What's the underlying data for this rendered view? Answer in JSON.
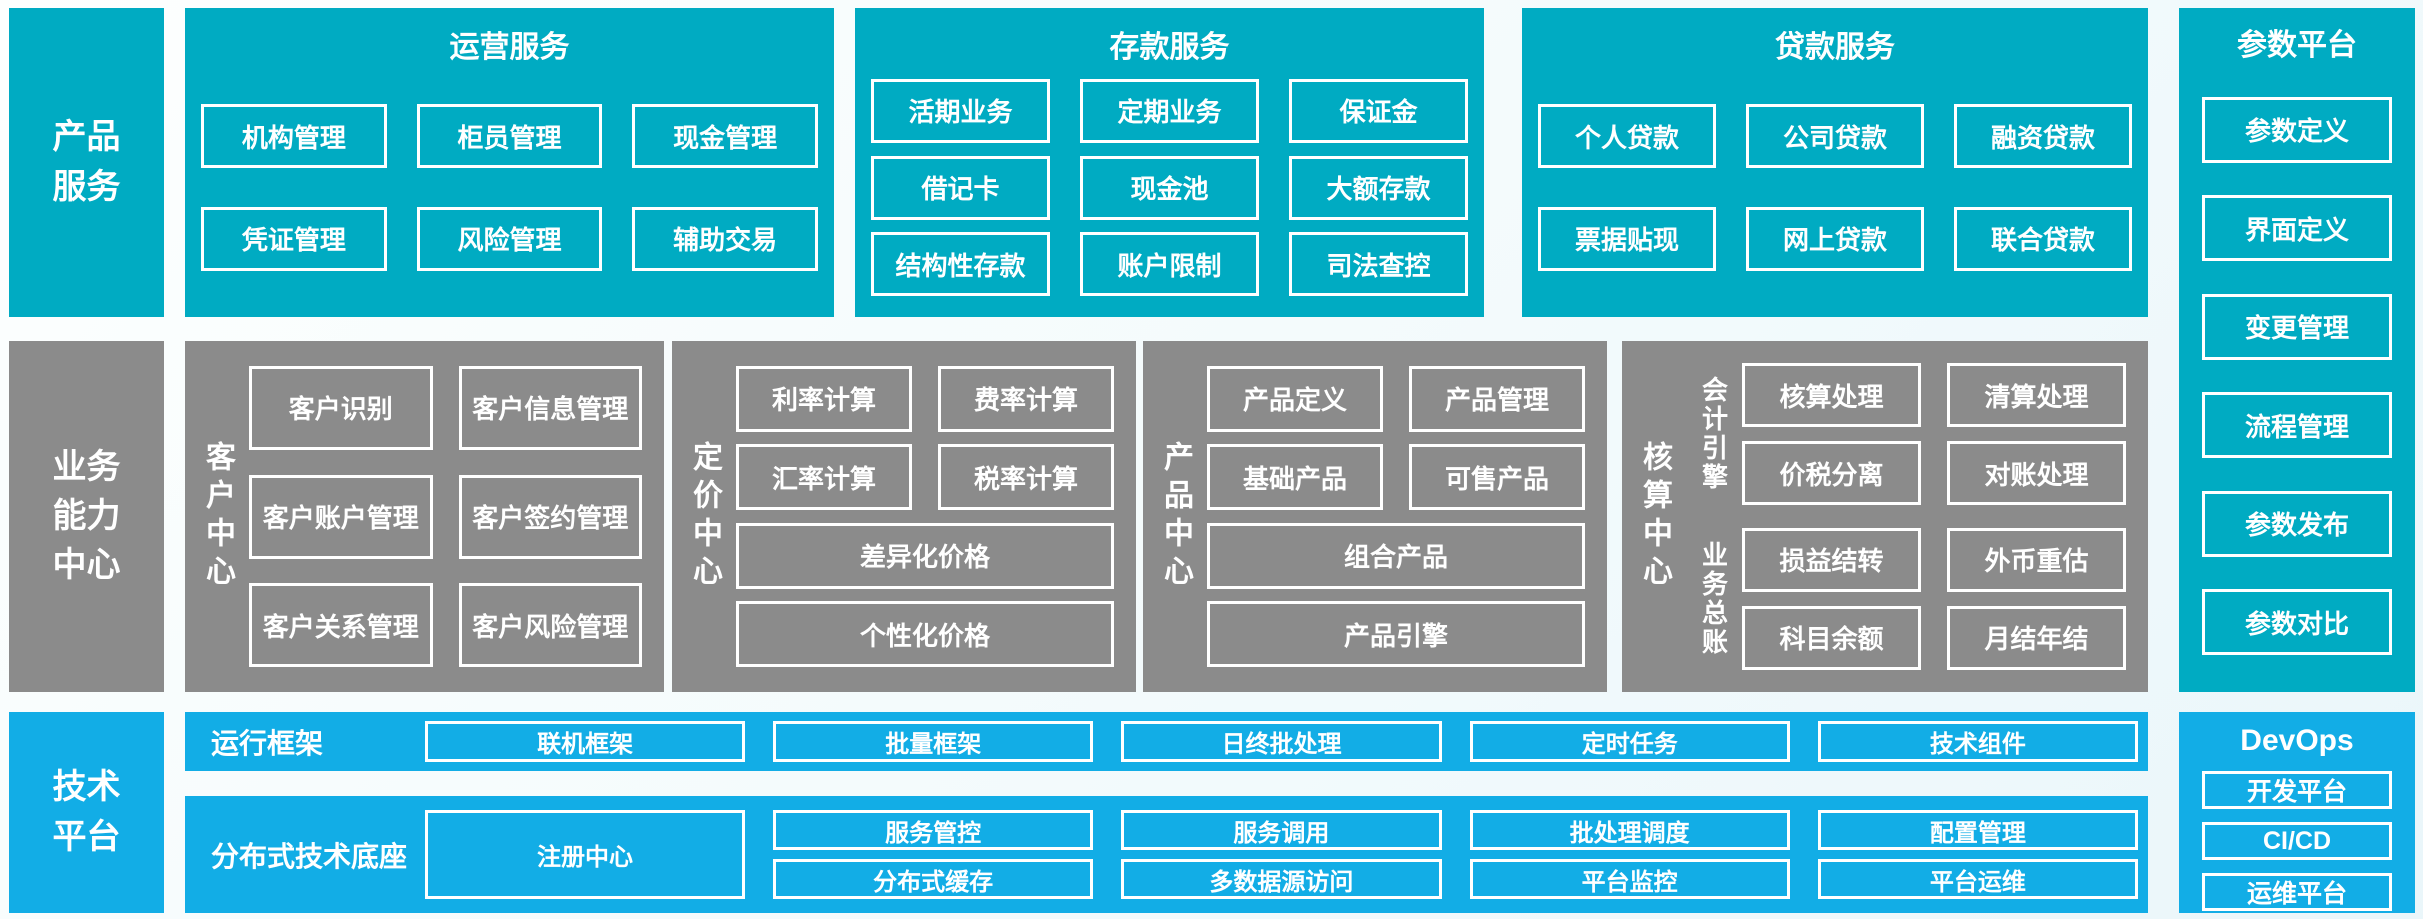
{
  "colors": {
    "teal": "#00abc2",
    "gray": "#8b8b8b",
    "blue": "#12ade6",
    "box_border": "#ffffff",
    "page_background": "#f2fafc"
  },
  "sidebar": {
    "products": {
      "lines": [
        "产品",
        "服务"
      ]
    },
    "capability": {
      "lines": [
        "业务",
        "能力",
        "中心"
      ]
    },
    "tech": {
      "lines": [
        "技术",
        "平台"
      ]
    }
  },
  "product_row": {
    "operations": {
      "title": "运营服务",
      "items": [
        "机构管理",
        "柜员管理",
        "现金管理",
        "凭证管理",
        "风险管理",
        "辅助交易"
      ]
    },
    "deposit": {
      "title": "存款服务",
      "items": [
        "活期业务",
        "定期业务",
        "保证金",
        "借记卡",
        "现金池",
        "大额存款",
        "结构性存款",
        "账户限制",
        "司法查控"
      ]
    },
    "loan": {
      "title": "贷款服务",
      "items": [
        "个人贷款",
        "公司贷款",
        "融资贷款",
        "票据贴现",
        "网上贷款",
        "联合贷款"
      ]
    }
  },
  "capability_row": {
    "customer": {
      "title": "客户中心",
      "items": [
        "客户识别",
        "客户信息管理",
        "客户账户管理",
        "客户签约管理",
        "客户关系管理",
        "客户风险管理"
      ]
    },
    "pricing": {
      "title": "定价中心",
      "pairs": [
        [
          "利率计算",
          "费率计算"
        ],
        [
          "汇率计算",
          "税率计算"
        ]
      ],
      "wide": [
        "差异化价格",
        "个性化价格"
      ]
    },
    "product": {
      "title": "产品中心",
      "pairs": [
        [
          "产品定义",
          "产品管理"
        ],
        [
          "基础产品",
          "可售产品"
        ]
      ],
      "wide": [
        "组合产品",
        "产品引擎"
      ]
    },
    "accounting": {
      "title": "核算中心",
      "groups": [
        {
          "label": "会计引擎",
          "items": [
            "核算处理",
            "清算处理",
            "价税分离",
            "对账处理"
          ]
        },
        {
          "label": "业务总账",
          "items": [
            "损益结转",
            "外币重估",
            "科目余额",
            "月结年结"
          ]
        }
      ]
    }
  },
  "tech_row": {
    "runtime": {
      "label": "运行框架",
      "items": [
        "联机框架",
        "批量框架",
        "日终批处理",
        "定时任务",
        "技术组件"
      ]
    },
    "distributed": {
      "label": "分布式技术底座",
      "registry": "注册中心",
      "items": [
        "服务管控",
        "服务调用",
        "批处理调度",
        "配置管理",
        "分布式缓存",
        "多数据源访问",
        "平台监控",
        "平台运维"
      ]
    }
  },
  "right_column": {
    "parameter": {
      "title": "参数平台",
      "items": [
        "参数定义",
        "界面定义",
        "变更管理",
        "流程管理",
        "参数发布",
        "参数对比"
      ]
    },
    "devops": {
      "title": "DevOps",
      "items": [
        "开发平台",
        "CI/CD",
        "运维平台"
      ]
    }
  }
}
